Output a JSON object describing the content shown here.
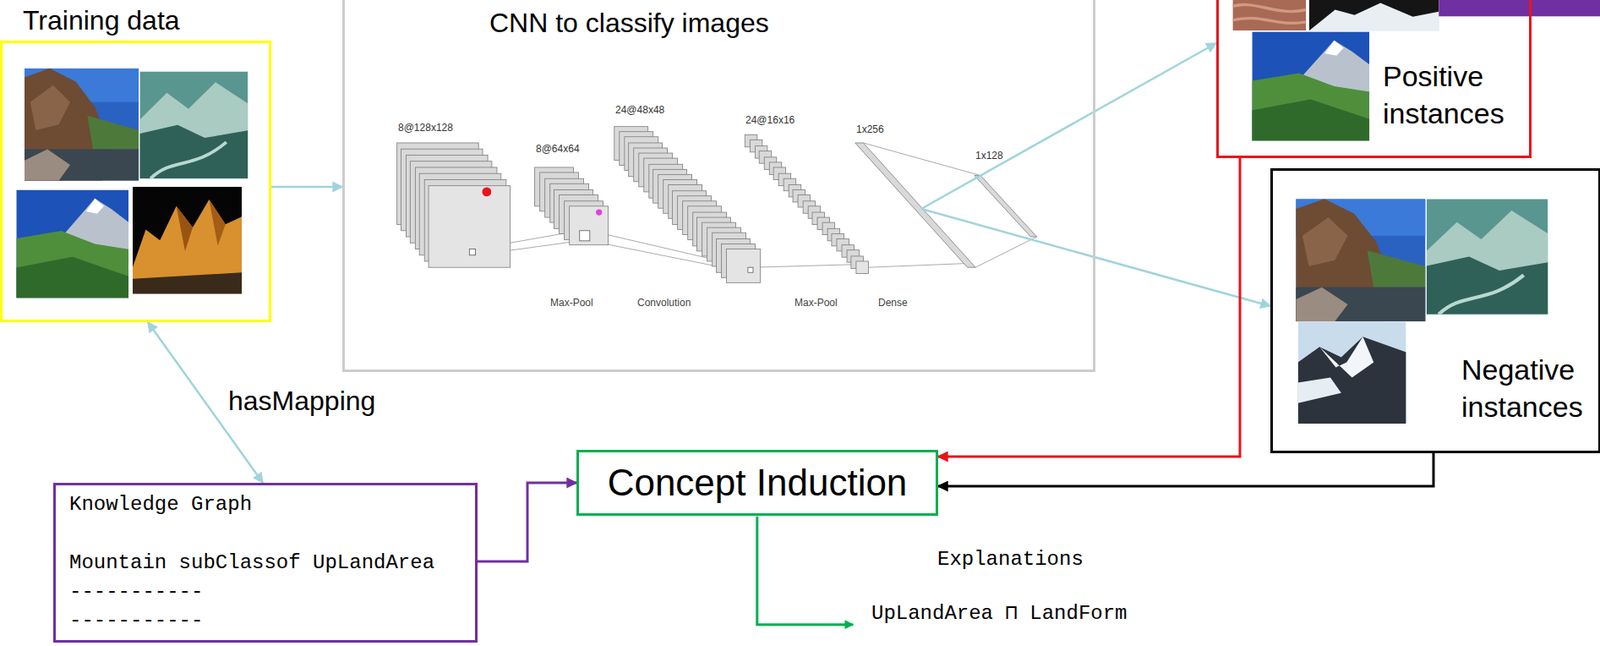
{
  "diagram": {
    "nodes": [
      {
        "text": [
          "Training data"
        ]
      },
      {
        "text": [
          "CNN to classify images"
        ]
      },
      {
        "text": [
          "Positive instances"
        ]
      },
      {
        "text": [
          "Negative instances"
        ]
      },
      {
        "text": [
          "Knowledge Graph",
          "Mountain subClassof UpLandArea",
          "-----------",
          "-----------"
        ]
      },
      {
        "text": [
          "Concept Induction"
        ]
      }
    ],
    "edges": [
      {
        "from": 0,
        "to": 1,
        "arrow": "to"
      },
      {
        "from": 0,
        "to": 4,
        "label": "hasMapping",
        "arrow": "both"
      },
      {
        "from": 1,
        "to": 2,
        "arrow": "to"
      },
      {
        "from": 1,
        "to": 3,
        "arrow": "to"
      },
      {
        "from": 2,
        "to": 5,
        "arrow": "to"
      },
      {
        "from": 3,
        "to": 5,
        "arrow": "to"
      },
      {
        "from": 4,
        "to": 5,
        "arrow": "to"
      }
    ],
    "labels": [
      "8@128x128",
      "8@64x64",
      "24@48x48",
      "24@16x16",
      "1x256",
      "1x128",
      "Max-Pool",
      "Convolution",
      "Max-Pool",
      "Dense",
      "Explanations",
      "UpLandArea ⊓ LandForm"
    ]
  }
}
